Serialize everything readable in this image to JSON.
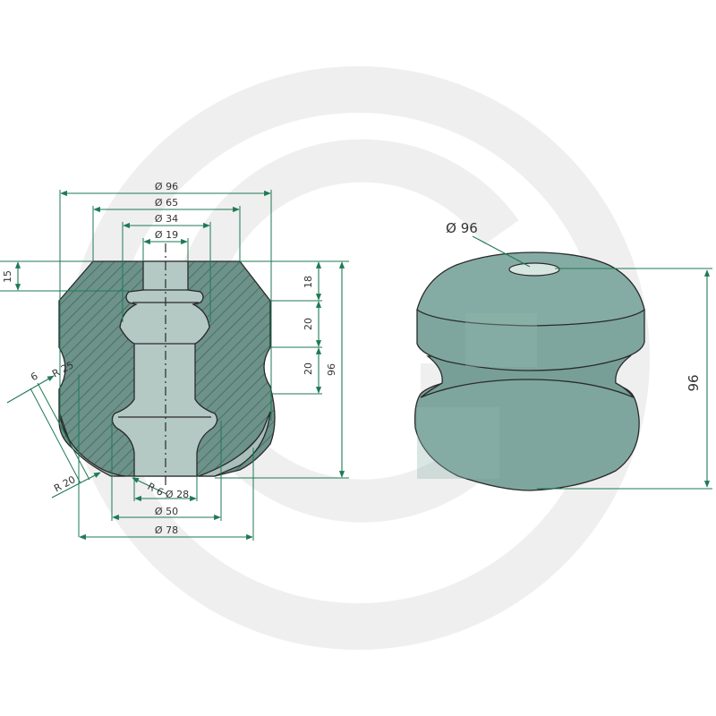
{
  "colors": {
    "body_fill": "#7fa8a0",
    "body_dark": "#6f9890",
    "section_fill": "#6a9088",
    "bore_fill": "#aec4bf",
    "dimension": "#1e7a55",
    "watermark": "#eeeeee",
    "outline": "#2a2a2a"
  },
  "section_view": {
    "dims": {
      "d96": "Ø 96",
      "d65": "Ø 65",
      "d34": "Ø 34",
      "d19": "Ø 19",
      "h15": "15",
      "h18": "18",
      "h20a": "20",
      "h20b": "20",
      "h96": "96",
      "r25": "R 25",
      "six": "6",
      "r20": "R 20",
      "r6": "R 6",
      "d28": "Ø 28",
      "d50": "Ø 50",
      "d78": "Ø 78"
    }
  },
  "product_view": {
    "dims": {
      "diameter": "Ø 96",
      "height": "96"
    }
  }
}
